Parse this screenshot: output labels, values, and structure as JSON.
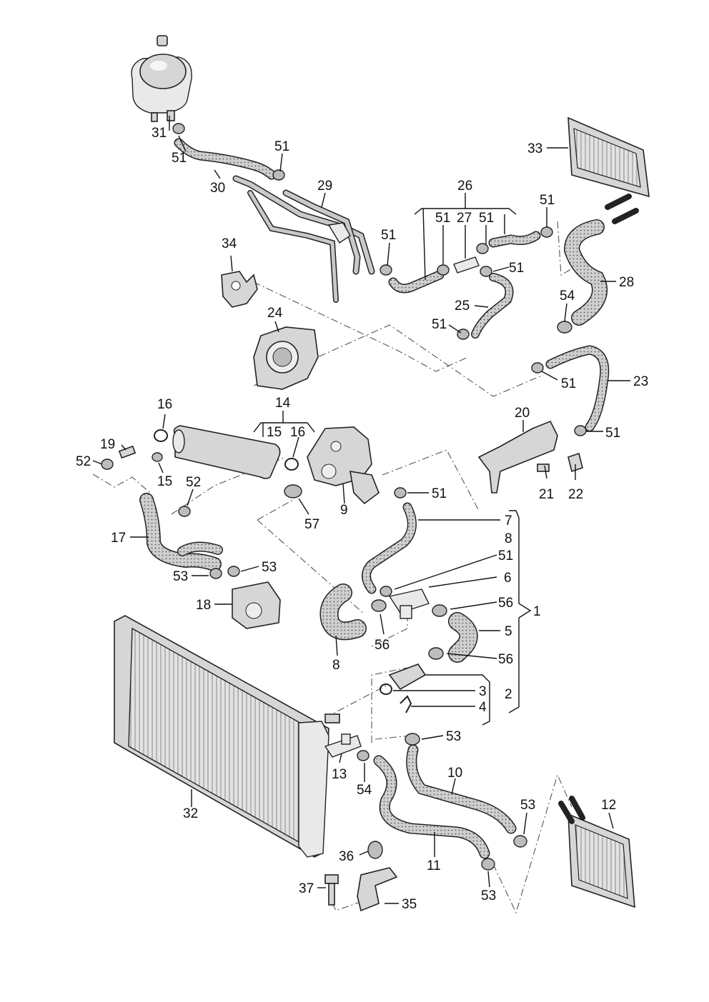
{
  "labels": {
    "l1": "1",
    "l2": "2",
    "l3": "3",
    "l4": "4",
    "l5": "5",
    "l6": "6",
    "l7": "7",
    "l8a": "8",
    "l8b": "8",
    "l9": "9",
    "l10": "10",
    "l11": "11",
    "l12": "12",
    "l13": "13",
    "l14": "14",
    "l15a": "15",
    "l15b": "15",
    "l16a": "16",
    "l16b": "16",
    "l17": "17",
    "l18": "18",
    "l19": "19",
    "l20": "20",
    "l21": "21",
    "l22": "22",
    "l23": "23",
    "l24": "24",
    "l25": "25",
    "l26": "26",
    "l27": "27",
    "l28": "28",
    "l29": "29",
    "l30": "30",
    "l31": "31",
    "l32": "32",
    "l33": "33",
    "l34": "34",
    "l35": "35",
    "l36": "36",
    "l37": "37",
    "l51a": "51",
    "l51b": "51",
    "l51c": "51",
    "l51d": "51",
    "l51e": "51",
    "l51f": "51",
    "l51g": "51",
    "l51h": "51",
    "l51i": "51",
    "l51j": "51",
    "l51k": "51",
    "l51l": "51",
    "l52a": "52",
    "l52b": "52",
    "l53a": "53",
    "l53b": "53",
    "l53c": "53",
    "l53d": "53",
    "l53e": "53",
    "l54a": "54",
    "l54b": "54",
    "l56a": "56",
    "l56b": "56",
    "l56c": "56",
    "l57": "57"
  }
}
